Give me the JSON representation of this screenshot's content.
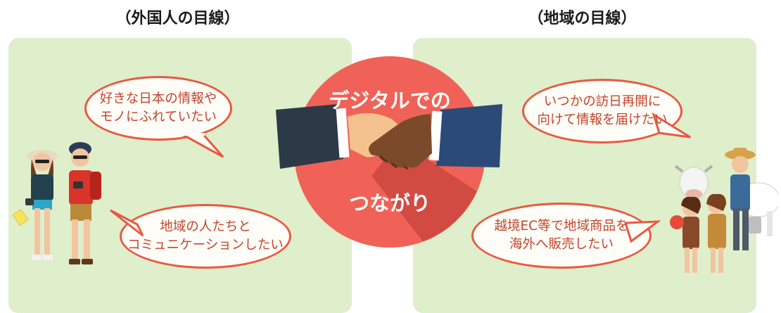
{
  "headings": {
    "left": "（外国人の目線）",
    "right": "（地域の目線）"
  },
  "center": {
    "line1": "デジタルでの",
    "line2": "つながり"
  },
  "bubbles": {
    "foreigner_1": "好きな日本の情報や\nモノにふれていたい",
    "foreigner_2": "地域の人たちと\nコミュニケーションしたい",
    "region_1": "いつかの訪日再開に\n向けて情報を届けたい",
    "region_2": "越境EC等で地域商品を\n海外へ販売したい"
  },
  "colors": {
    "panel": "#dfeecb",
    "circle": "#f06257",
    "bubble_border": "#e85a41",
    "bubble_text": "#c4452c"
  },
  "icons": [
    "handshake-icon",
    "tourists-illustration",
    "farmers-illustration"
  ]
}
